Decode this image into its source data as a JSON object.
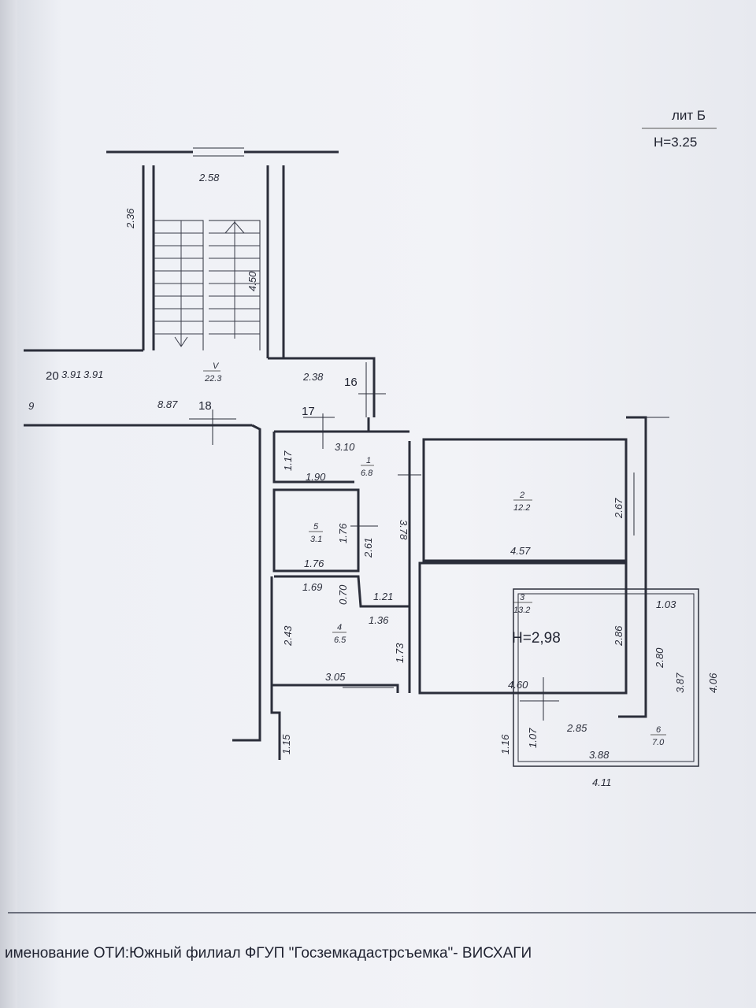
{
  "header": {
    "litera": "лит Б",
    "height_label": "H=3.25"
  },
  "rooms": [
    {
      "id": "room-1",
      "number": "1",
      "area": "6.8"
    },
    {
      "id": "room-2",
      "number": "2",
      "area": "12.2"
    },
    {
      "id": "room-3",
      "number": "3",
      "area": "13.2"
    },
    {
      "id": "room-4",
      "number": "4",
      "area": "6.5"
    },
    {
      "id": "room-5",
      "number": "5",
      "area": "3.1"
    },
    {
      "id": "room-6",
      "number": "6",
      "area": "7.0"
    },
    {
      "id": "stairwell",
      "number": "V",
      "area": "22.3"
    }
  ],
  "room3_height": "H=2,98",
  "dimensions": [
    "2.58",
    "2.36",
    "4.50",
    "3.91",
    "3.91",
    "2.38",
    "8.87",
    "3.10",
    "1.17",
    "1.90",
    "3.78",
    "2.67",
    "4.57",
    "1.76",
    "1.76",
    "2.61",
    "1.69",
    "0.70",
    "1.21",
    "1.36",
    "2.43",
    "1.73",
    "3.05",
    "2.86",
    "4.60",
    "1.03",
    "2.80",
    "3.87",
    "4.06",
    "1.15",
    "1.16",
    "1.07",
    "2.85",
    "3.88",
    "4.11"
  ],
  "neighbour_numbers": [
    "16",
    "17",
    "18",
    "20"
  ],
  "edge_fragment": "9",
  "footer": {
    "text": "именование ОТИ:Южный филиал ФГУП \"Госземкадастрсъемка\"- ВИСХАГИ"
  }
}
